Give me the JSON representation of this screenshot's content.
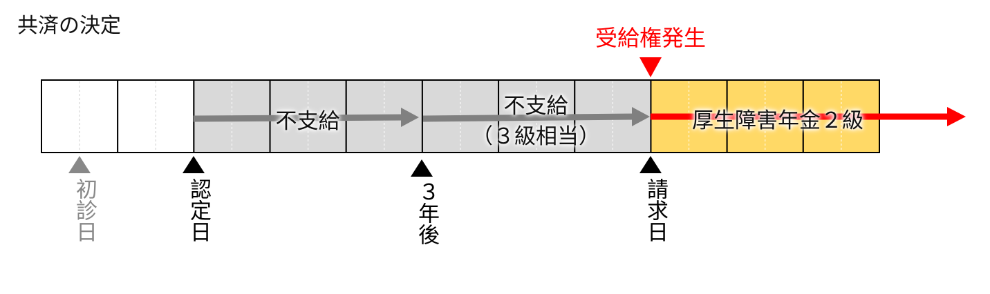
{
  "title": "共済の決定",
  "entitlement_label": "受給権発生",
  "timeline": {
    "period_count": 11,
    "white_periods": 2,
    "gray_periods": 6,
    "yellow_periods": 3,
    "colors": {
      "white": "#ffffff",
      "gray": "#d9d9d9",
      "yellow": "#ffd966",
      "red": "#ff0000",
      "arrow_gray": "#808080"
    }
  },
  "segments": {
    "non_payment_1": "不支給",
    "non_payment_2": "不支給",
    "non_payment_2_note": "（３級相当）",
    "pension": "厚生障害年金２級"
  },
  "markers": [
    {
      "label": "初診日",
      "color": "#888888"
    },
    {
      "label": "認定日",
      "color": "#000000"
    },
    {
      "label": "３年後",
      "color": "#000000"
    },
    {
      "label": "請求日",
      "color": "#000000"
    }
  ]
}
